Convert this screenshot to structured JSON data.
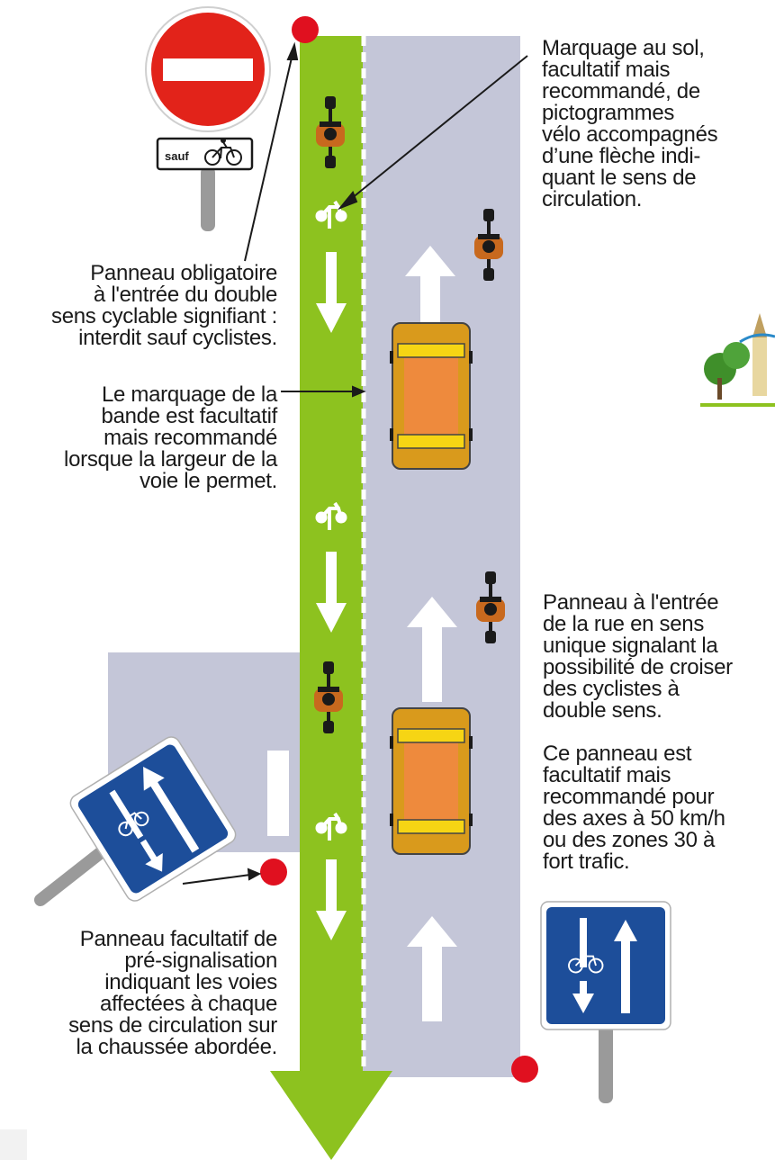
{
  "annotations": {
    "ground_marking": "Marquage au sol,\nfacultatif mais\nrecommandé, de\npictogrammes\nvélo accompagnés\nd’une flèche indi-\nquant le sens de\ncirculation.",
    "mandatory_sign": "Panneau obligatoire\nà l'entrée du double\nsens cyclable signifiant :\ninterdit sauf cyclistes.",
    "lane_marking": "Le marquage de la\nbande est facultatif\nmais recommandé\nlorsque la largeur de la\nvoie le permet.",
    "entry_sign": "Panneau à l'entrée\nde la rue en sens\nunique signalant la\npossibilité de croiser\ndes cyclistes à\ndouble sens.",
    "entry_sign_optional": "Ce panneau est\nfacultatif mais\nrecommandé pour\ndes axes à 50 km/h\nou des zones 30 à\nfort trafic.",
    "presignal": "Panneau facultatif de\npré-signalisation\nindiquant les voies\naffectées à chaque\nsens de circulation sur\nla chaussée abordée."
  },
  "sign_sauf_text": "sauf",
  "colors": {
    "bike_lane": "#8dc21f",
    "road": "#c4c6d8",
    "sign_red": "#e2231a",
    "sign_blue": "#1d4e9a",
    "car_body": "#d99a1c",
    "car_roof": "#ee8a3d",
    "car_stripe": "#f6d514",
    "marker_dot": "#e0101f"
  },
  "icons": [
    "no-entry-sign-icon",
    "bicycle-icon",
    "cyclist-icon",
    "car-icon",
    "arrow-up-icon",
    "arrow-down-icon",
    "village-logo-icon"
  ]
}
